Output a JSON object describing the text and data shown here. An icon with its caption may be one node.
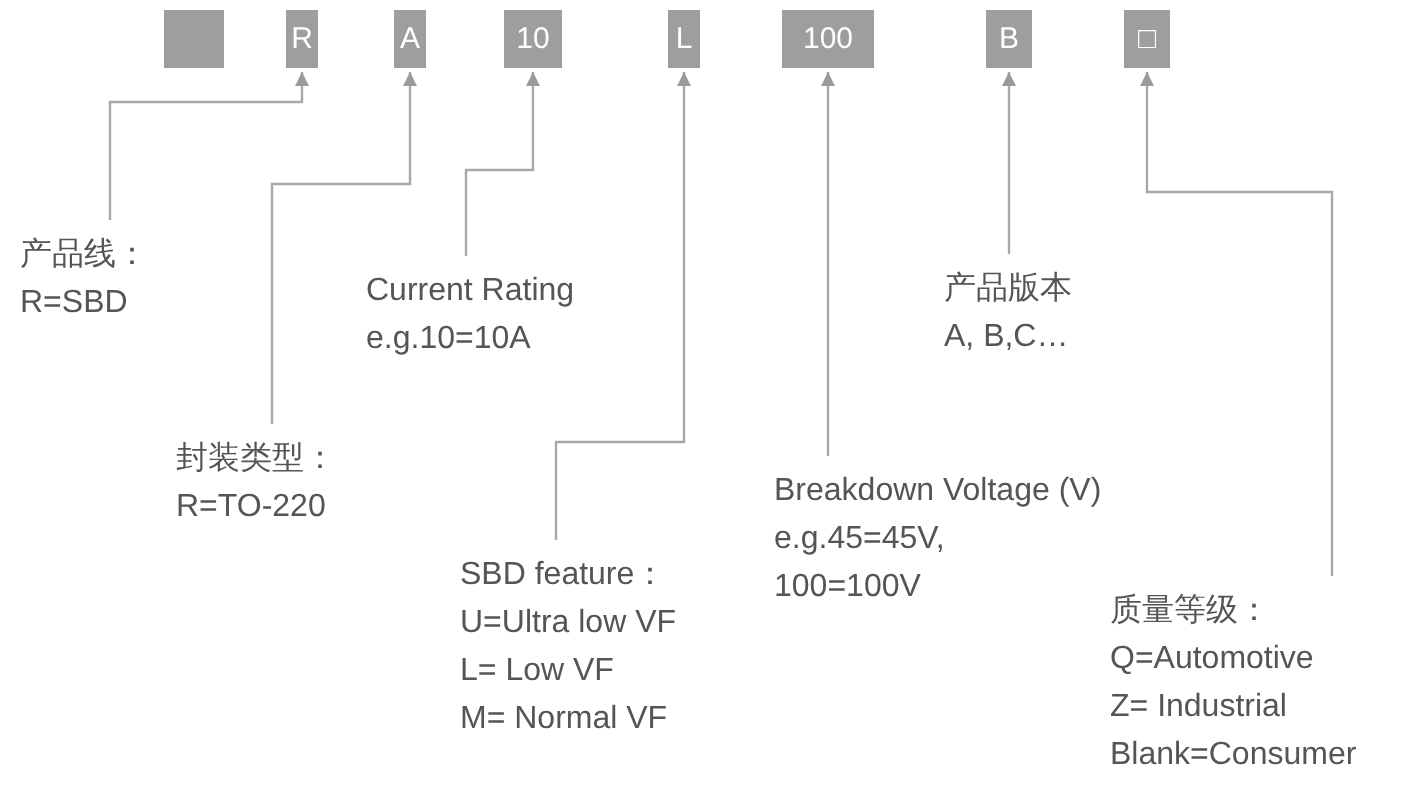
{
  "diagram": {
    "nodes": [
      {
        "text": [],
        "shape": "box"
      },
      {
        "text": [
          "R"
        ]
      },
      {
        "text": [
          "A"
        ]
      },
      {
        "text": [
          "10"
        ]
      },
      {
        "text": [
          "L"
        ]
      },
      {
        "text": [
          "100"
        ]
      },
      {
        "text": [
          "B"
        ]
      },
      {
        "text": [
          "□"
        ]
      },
      {
        "text": [
          "产品线：",
          "R=SBD"
        ]
      },
      {
        "text": [
          "Current Rating",
          "e.g.10=10A"
        ]
      },
      {
        "text": [
          "产品版本",
          "A, B,C…"
        ]
      },
      {
        "text": [
          "封装类型：",
          "R=TO-220"
        ]
      },
      {
        "text": [
          "Breakdown Voltage (V)",
          "e.g.45=45V, 100=100V"
        ]
      },
      {
        "text": [
          "SBD feature：",
          "U=Ultra low VF",
          "L= Low VF",
          "M= Normal VF"
        ]
      },
      {
        "text": [
          "质量等级：",
          "Q=Automotive",
          "Z= Industrial",
          "Blank=Consumer"
        ]
      }
    ],
    "edges": [
      {
        "from": 8,
        "to": 1,
        "arrow": "to"
      },
      {
        "from": 11,
        "to": 2,
        "arrow": "to"
      },
      {
        "from": 9,
        "to": 3,
        "arrow": "to"
      },
      {
        "from": 13,
        "to": 4,
        "arrow": "to"
      },
      {
        "from": 12,
        "to": 5,
        "arrow": "to"
      },
      {
        "from": 10,
        "to": 6,
        "arrow": "to"
      },
      {
        "from": 14,
        "to": 7,
        "arrow": "to"
      }
    ]
  }
}
